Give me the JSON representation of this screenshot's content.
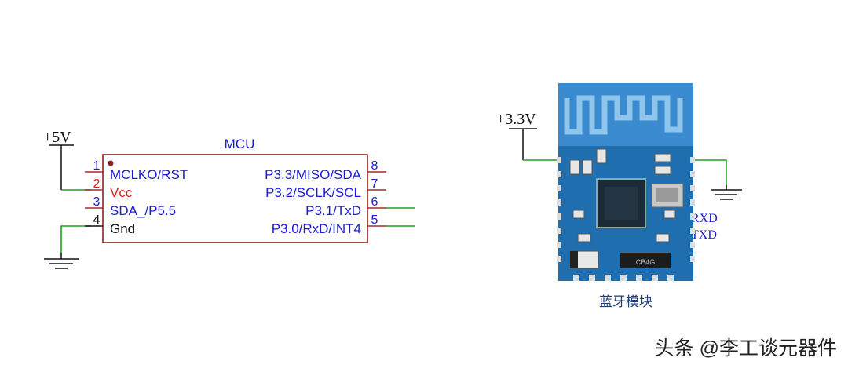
{
  "colors": {
    "wire": "#1aa31a",
    "pin": "#a82828",
    "body_border": "#8b2323",
    "label_blue": "#1b1bd6",
    "label_red": "#e0201b",
    "label_black": "#111111",
    "board": "#1f6fb0",
    "watermark": "#222222"
  },
  "mcu": {
    "title": "MCU",
    "left_pins": [
      {
        "num": "1",
        "name": "MCLKO/RST"
      },
      {
        "num": "2",
        "name": "Vcc"
      },
      {
        "num": "3",
        "name": "SDA_/P5.5"
      },
      {
        "num": "4",
        "name": "Gnd"
      }
    ],
    "right_pins": [
      {
        "num": "8",
        "name": "P3.3/MISO/SDA"
      },
      {
        "num": "7",
        "name": "P3.2/SCLK/SCL"
      },
      {
        "num": "6",
        "name": "P3.1/TxD"
      },
      {
        "num": "5",
        "name": "P3.0/RxD/INT4"
      }
    ]
  },
  "power": {
    "mcu_supply": "+5V",
    "module_supply": "+3.3V"
  },
  "module": {
    "caption": "蓝牙模块",
    "rx_label": "RXD",
    "tx_label": "TXD",
    "chip_marking": "CB4G"
  },
  "watermark": "头条 @李工谈元器件"
}
